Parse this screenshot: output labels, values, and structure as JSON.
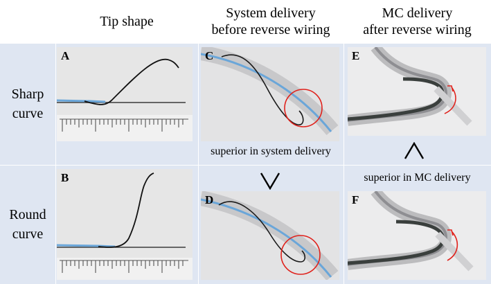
{
  "column_headers": {
    "tip_shape": "Tip shape",
    "system_delivery": "System delivery\nbefore reverse wiring",
    "mc_delivery": "MC delivery\nafter reverse wiring"
  },
  "row_labels": {
    "sharp": "Sharp\ncurve",
    "round": "Round\ncurve"
  },
  "panel_labels": {
    "a": "A",
    "b": "B",
    "c": "C",
    "d": "D",
    "e": "E",
    "f": "F"
  },
  "captions": {
    "system": "superior in system delivery",
    "mc": "superior in MC delivery"
  },
  "comparison_symbols": {
    "system": "greater-than-down",
    "mc": "greater-than-up"
  },
  "colors": {
    "background": "#dfe6f2",
    "highlight_circle": "#e0211b",
    "arrow": "#e0211b",
    "catheter_blue": "#5b9bd5"
  }
}
